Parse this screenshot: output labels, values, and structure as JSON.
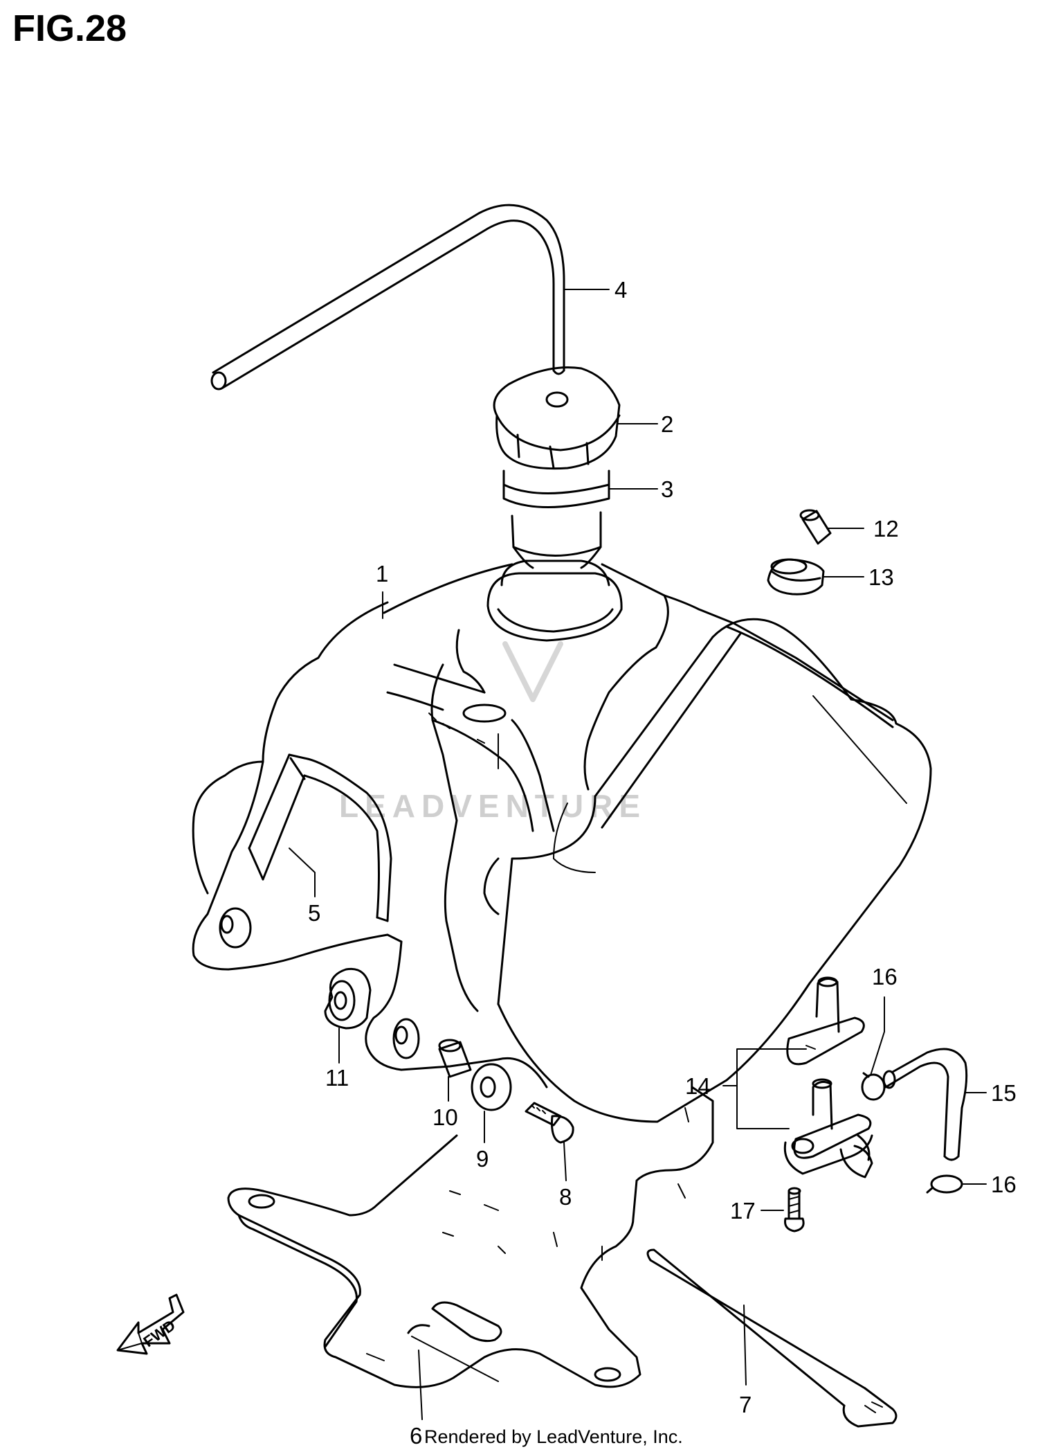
{
  "figure": {
    "title": "FIG.28",
    "footer": "Rendered by LeadVenture, Inc.",
    "watermark": "LEADVENTURE",
    "fwd_label": "FWD"
  },
  "callouts": [
    {
      "id": "1",
      "label": "1"
    },
    {
      "id": "2",
      "label": "2"
    },
    {
      "id": "3",
      "label": "3"
    },
    {
      "id": "4",
      "label": "4"
    },
    {
      "id": "5",
      "label": "5"
    },
    {
      "id": "6",
      "label": "6"
    },
    {
      "id": "7",
      "label": "7"
    },
    {
      "id": "8",
      "label": "8"
    },
    {
      "id": "9",
      "label": "9"
    },
    {
      "id": "10",
      "label": "10"
    },
    {
      "id": "11",
      "label": "11"
    },
    {
      "id": "12",
      "label": "12"
    },
    {
      "id": "13",
      "label": "13"
    },
    {
      "id": "14",
      "label": "14"
    },
    {
      "id": "15",
      "label": "15"
    },
    {
      "id": "16a",
      "label": "16"
    },
    {
      "id": "16b",
      "label": "16"
    },
    {
      "id": "17",
      "label": "17"
    }
  ]
}
